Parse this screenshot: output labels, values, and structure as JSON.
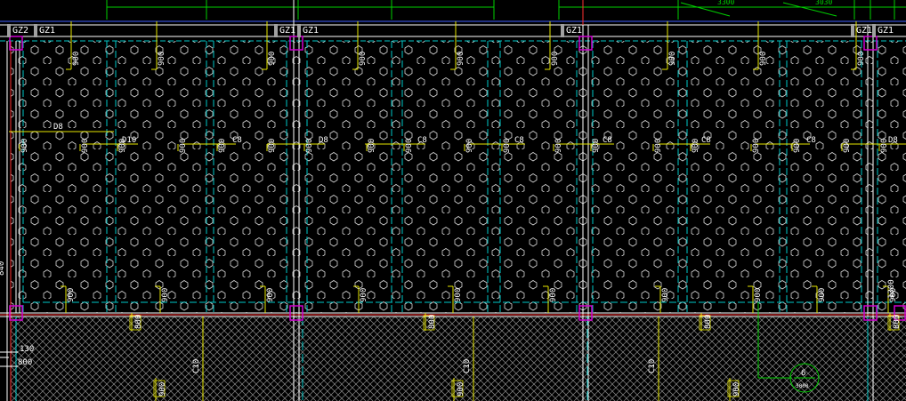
{
  "colors": {
    "background": "#000000",
    "wall": "#ffffff",
    "dim_green": "#00d000",
    "slab_cyan": "#00c8c8",
    "rebar_yellow": "#e6e600",
    "column_magenta": "#d000d0",
    "beam_red": "#ff3030",
    "grid_blue": "#4060ff",
    "hatch": "#909090",
    "hex": "#d8d8d8"
  },
  "columns": {
    "top_labels": [
      "GZ2",
      "GZ1",
      "GZ1",
      "GZ1",
      "GZ1",
      "GZ1",
      "GZ1"
    ]
  },
  "rebar": {
    "short": "900",
    "upper_beam_labels": [
      "D8",
      "D10",
      "C8",
      "D8",
      "C8",
      "C8",
      "C8",
      "C8",
      "C8",
      "D8"
    ],
    "lower_lengths": [
      "800",
      "800",
      "800",
      "800"
    ],
    "lower_rebar_labels": [
      "C10",
      "C10",
      "C10"
    ]
  },
  "left_annotations": {
    "top": "840",
    "mid": "130",
    "bottom": "800"
  },
  "dimension_bar": {
    "a": "3300",
    "b": "3030"
  },
  "axis_marker": {
    "num": "6",
    "sub": "3000"
  },
  "right_edge": {
    "label": "1300"
  }
}
